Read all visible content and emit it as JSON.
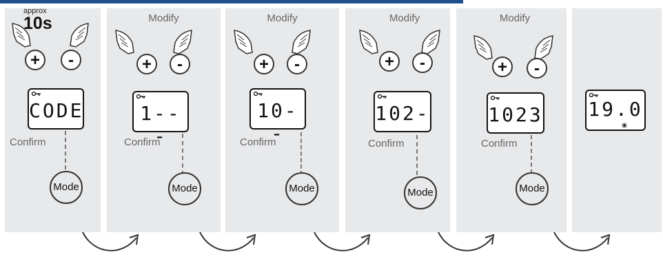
{
  "colors": {
    "top_bar": "#1f4f8c",
    "panel": "#e8e9eb"
  },
  "steps": [
    {
      "top_label_small": "approx",
      "top_label_big": "10s",
      "plus": "+",
      "minus": "-",
      "display": "CODE",
      "confirm": "Confirm",
      "mode": "Mode"
    },
    {
      "top_label": "Modify",
      "plus": "+",
      "minus": "-",
      "display": "1---",
      "confirm": "Confirm",
      "mode": "Mode"
    },
    {
      "top_label": "Modify",
      "plus": "+",
      "minus": "-",
      "display": "10--",
      "confirm": "Confirm",
      "mode": "Mode"
    },
    {
      "top_label": "Modify",
      "plus": "+",
      "minus": "-",
      "display": "102-",
      "confirm": "Confirm",
      "mode": "Mode"
    },
    {
      "top_label": "Modify",
      "plus": "+",
      "minus": "-",
      "display": "1023",
      "confirm": "Confirm",
      "mode": "Mode"
    },
    {
      "display": "19.0"
    }
  ],
  "icons": {
    "key": "key-icon",
    "hand": "pointing-hand-icon",
    "arrow": "curved-arrow-icon",
    "sun": "sun-icon"
  }
}
